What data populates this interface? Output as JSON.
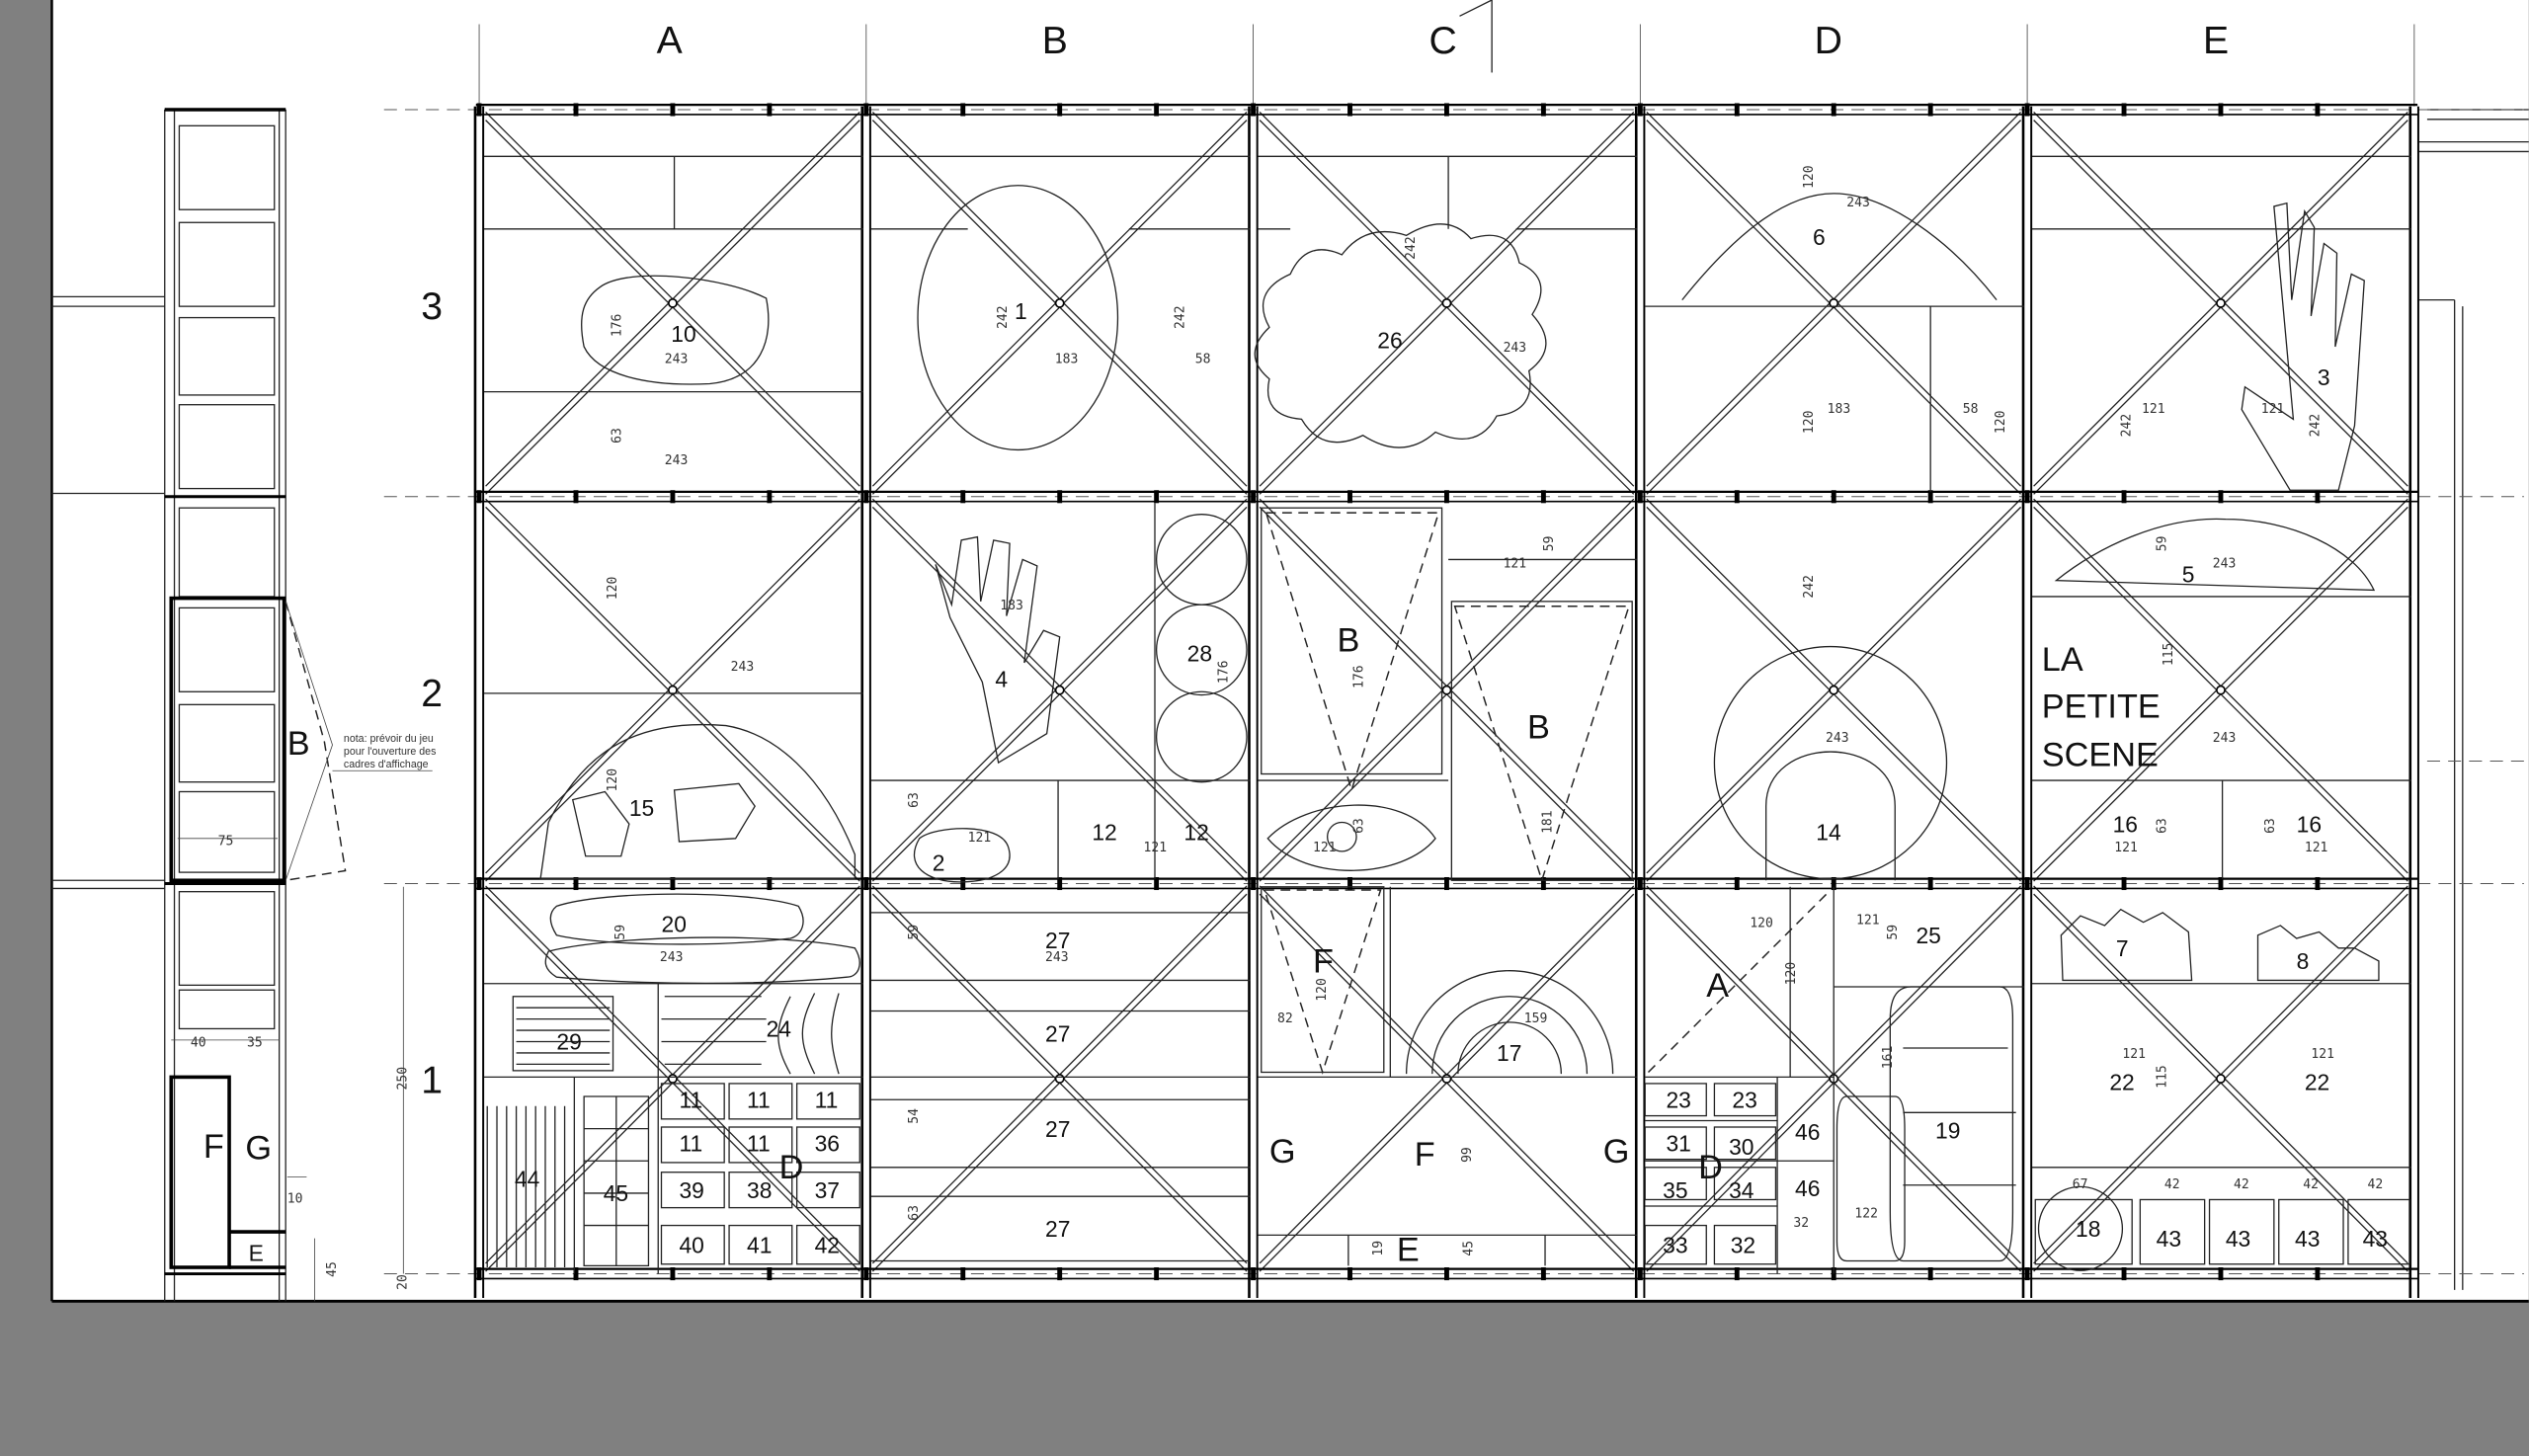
{
  "columns": [
    "A",
    "B",
    "C",
    "D",
    "E"
  ],
  "rows": [
    "3",
    "2",
    "1"
  ],
  "title_lines": [
    "LA",
    "PETITE",
    "SCENE"
  ],
  "note_lines": [
    "nota: prévoir du jeu",
    "pour l'ouverture des",
    "cadres d'affichage"
  ],
  "side": {
    "b": "B",
    "f": "F",
    "g": "G",
    "e": "E",
    "d75": "75",
    "d40": "40",
    "d35": "35",
    "d10": "10",
    "d45": "45",
    "d250": "250",
    "d20": "20"
  },
  "labels": {
    "m10": "10",
    "m1": "1",
    "m26": "26",
    "m6": "6",
    "m3": "3",
    "m4": "4",
    "m28": "28",
    "mB1": "B",
    "mB2": "B",
    "m5": "5",
    "m15": "15",
    "m2": "2",
    "m12a": "12",
    "m12b": "12",
    "m14": "14",
    "m16a": "16",
    "m16b": "16",
    "m20": "20",
    "m27a": "27",
    "m27b": "27",
    "m27c": "27",
    "m27d": "27",
    "mF1": "F",
    "m17": "17",
    "mA": "A",
    "m25": "25",
    "m7": "7",
    "m8": "8",
    "m29": "29",
    "m24": "24",
    "m11a": "11",
    "m11b": "11",
    "m11c": "11",
    "m11d": "11",
    "m11e": "11",
    "m36": "36",
    "m39": "39",
    "m38": "38",
    "m37": "37",
    "m40": "40",
    "m41": "41",
    "m42": "42",
    "mD1": "D",
    "m44": "44",
    "m45": "45",
    "mG1": "G",
    "mF2": "F",
    "mG2": "G",
    "mE": "E",
    "m23a": "23",
    "m23b": "23",
    "m46a": "46",
    "m31": "31",
    "m30": "30",
    "mD2": "D",
    "m35": "35",
    "m34": "34",
    "m46b": "46",
    "m33": "33",
    "m32": "32",
    "m19": "19",
    "m22a": "22",
    "m22b": "22",
    "m18": "18",
    "m43a": "43",
    "m43b": "43",
    "m43c": "43",
    "m43d": "43"
  },
  "dims": {
    "a243a": "243",
    "a243b": "243",
    "a176": "176",
    "a63": "63",
    "a120": "120",
    "a243c": "243",
    "a120b": "120",
    "a243d": "243",
    "a59": "59",
    "b242a": "242",
    "b183": "183",
    "b242b": "242",
    "b58": "58",
    "b183b": "183",
    "b63": "63",
    "b121": "121",
    "b121b": "121",
    "b243": "243",
    "b59": "59",
    "b54": "54",
    "b63b": "63",
    "b176": "176",
    "c242": "242",
    "c243": "243",
    "c121": "121",
    "c59": "59",
    "c176": "176",
    "c181": "181",
    "c121b": "121",
    "c63": "63",
    "c82": "82",
    "c120": "120",
    "c159": "159",
    "c99": "99",
    "c19": "19",
    "c45": "45",
    "d243": "243",
    "d120": "120",
    "d183": "183",
    "d58": "58",
    "d120b": "120",
    "d120c": "120",
    "d242": "242",
    "d243b": "243",
    "d120d": "120",
    "d121": "121",
    "d59": "59",
    "d120e": "120",
    "d161": "161",
    "d122": "122",
    "d32": "32",
    "e242": "242",
    "e121a": "121",
    "e121b": "121",
    "e242b": "242",
    "e59": "59",
    "e243": "243",
    "e115": "115",
    "e243b": "243",
    "e63a": "63",
    "e63b": "63",
    "e121c": "121",
    "e121d": "121",
    "e121e": "121",
    "e121f": "121",
    "e115b": "115",
    "e67": "67",
    "e42a": "42",
    "e42b": "42",
    "e42c": "42",
    "e42d": "42"
  }
}
